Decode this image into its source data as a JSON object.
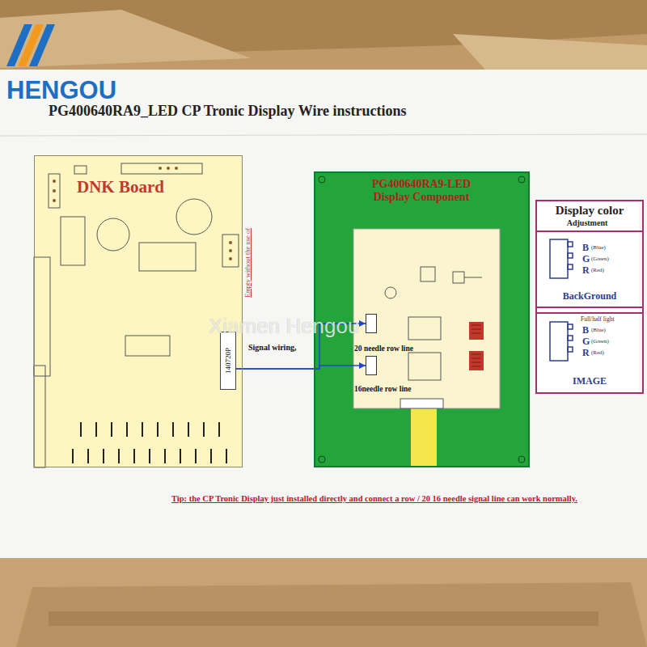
{
  "diagram": {
    "title": "PG400640RA9_LED CP Tronic Display Wire instructions",
    "nodes": [
      {
        "text": [
          "DNK Board"
        ]
      },
      {
        "text": [
          "140720P"
        ],
        "in": 0
      },
      {
        "text": [
          "PG400640RA9-LED Display Component"
        ]
      },
      {
        "text": [
          "20 needle row line"
        ],
        "in": 2
      },
      {
        "text": [
          "16needle row line"
        ],
        "in": 2
      },
      {
        "text": [
          "Display color",
          "Adjustment"
        ]
      },
      {
        "text": [
          "BackGround"
        ],
        "in": 5
      },
      {
        "text": [
          "IMAGE"
        ],
        "in": 5
      }
    ],
    "edges": [
      {
        "from": 1,
        "to": 3,
        "arrow": "to",
        "label": "Signal wiring,"
      },
      {
        "from": 1,
        "to": 4,
        "arrow": "to"
      }
    ],
    "labels": [
      "HENGOU",
      "Xiamen Hengou",
      "Empty without the use of",
      "B",
      "(Blue)",
      "G",
      "(Green)",
      "R",
      "(Red)",
      "Full/half light",
      "B",
      "(Blue)",
      "G",
      "(Green)",
      "R",
      "(Red)",
      "Tip: the CP Tronic Display just installed directly and connect a row / 20 16 needle signal line can work normally."
    ]
  }
}
